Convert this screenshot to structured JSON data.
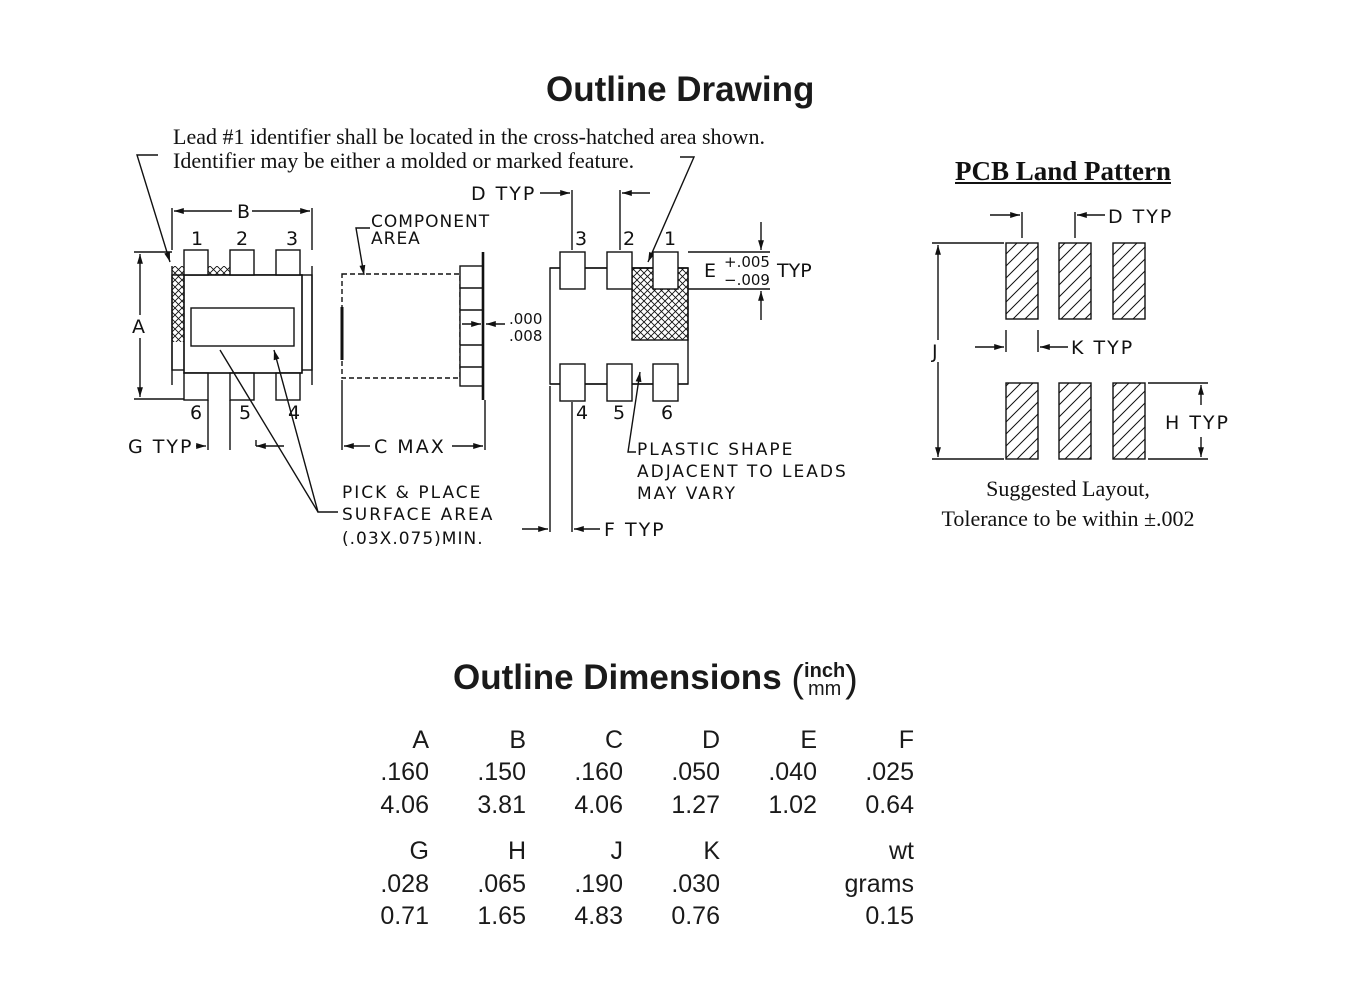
{
  "titles": {
    "outline_drawing": "Outline Drawing",
    "pcb_land_pattern": "PCB Land Pattern",
    "outline_dimensions": "Outline Dimensions",
    "unit_top": "inch",
    "unit_bottom": "mm"
  },
  "notes": {
    "lead_identifier_line1": "Lead #1 identifier shall be located in the cross-hatched area shown.",
    "lead_identifier_line2": "Identifier may be either a molded or marked feature.",
    "suggested_layout_line1": "Suggested Layout,",
    "suggested_layout_line2": "Tolerance to be within ±.002"
  },
  "drawing_labels": {
    "b": "B",
    "a": "A",
    "pin1": "1",
    "pin2": "2",
    "pin3": "3",
    "pin4": "4",
    "pin5": "5",
    "pin6": "6",
    "g_typ": "G TYP",
    "c_max": "C MAX",
    "component_area_1": "COMPONENT",
    "component_area_2": "AREA",
    "pick_place_1": "PICK & PLACE",
    "pick_place_2": "SURFACE AREA",
    "pick_place_3": "(.03X.075)MIN.",
    "tol_000": ".000",
    "tol_008": ".008",
    "d_typ": "D TYP",
    "e": "E",
    "e_plus": "+.005",
    "e_minus": "−.009",
    "typ": "TYP",
    "plastic_1": "PLASTIC SHAPE",
    "plastic_2": "ADJACENT TO LEADS",
    "plastic_3": "MAY VARY",
    "f_typ": "F TYP",
    "pcb_d_typ": "D TYP",
    "pcb_k_typ": "K TYP",
    "pcb_j": "J",
    "pcb_h_typ": "H TYP"
  },
  "dimensions": {
    "rows": [
      [
        "A",
        "B",
        "C",
        "D",
        "E",
        "F"
      ],
      [
        ".160",
        ".150",
        ".160",
        ".050",
        ".040",
        ".025"
      ],
      [
        "4.06",
        "3.81",
        "4.06",
        "1.27",
        "1.02",
        "0.64"
      ],
      [
        "G",
        "H",
        "J",
        "K",
        "",
        "wt"
      ],
      [
        ".028",
        ".065",
        ".190",
        ".030",
        "",
        "grams"
      ],
      [
        "0.71",
        "1.65",
        "4.83",
        "0.76",
        "",
        "0.15"
      ]
    ]
  }
}
